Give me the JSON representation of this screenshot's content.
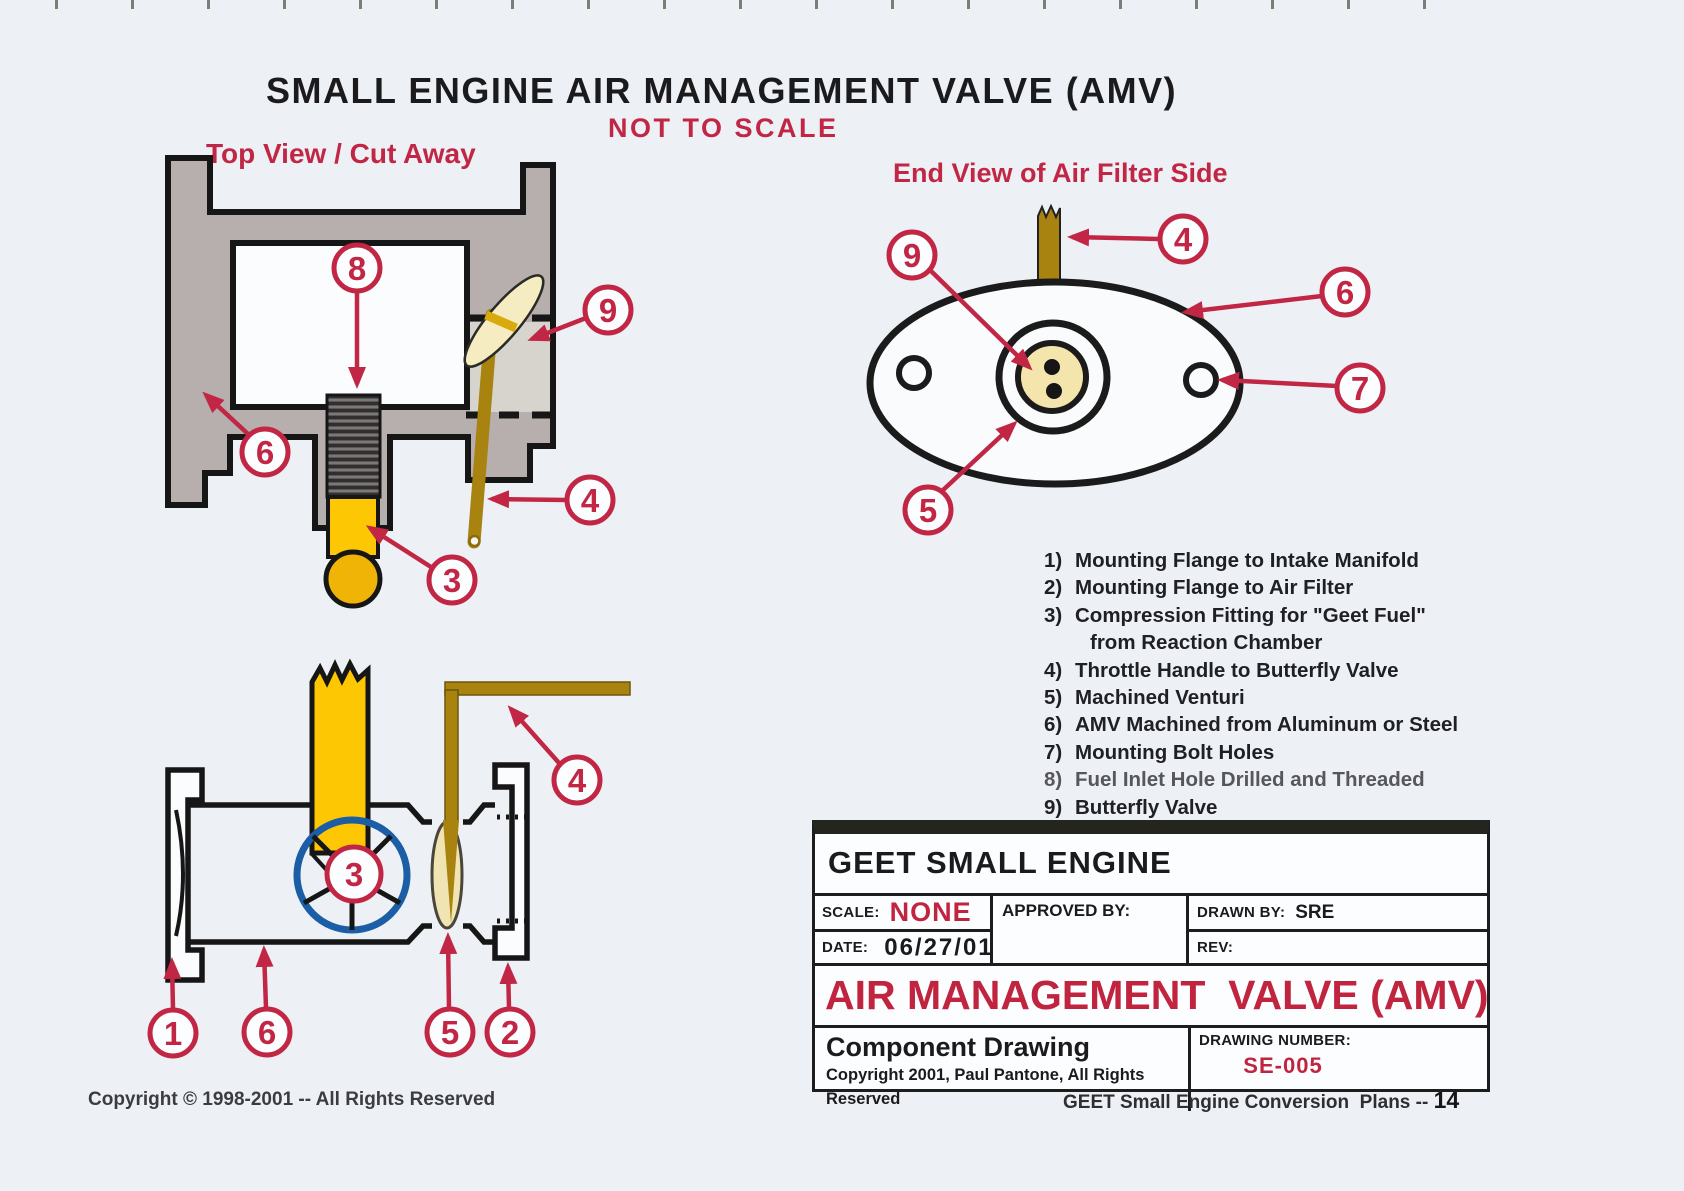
{
  "page": {
    "title": "SMALL ENGINE AIR MANAGEMENT VALVE (AMV)",
    "subtitle": "NOT TO SCALE",
    "footer_left": "Copyright © 1998-2001 -- All Rights Reserved",
    "footer_right_text": "GEET Small Engine Conversion  Plans -- ",
    "footer_right_page": "14"
  },
  "diagrams": {
    "top_view": {
      "label": "Top View / Cut Away",
      "callouts": {
        "c8": "8",
        "c9": "9",
        "c6": "6",
        "c4": "4",
        "c3": "3"
      }
    },
    "end_view": {
      "label": "End View of Air Filter Side",
      "callouts": {
        "c9": "9",
        "c4": "4",
        "c6": "6",
        "c7": "7",
        "c5": "5"
      }
    },
    "side_view": {
      "callouts": {
        "c3": "3",
        "c4": "4",
        "c1": "1",
        "c6": "6",
        "c5": "5",
        "c2": "2"
      }
    }
  },
  "legend": {
    "rows": [
      {
        "num": "1)",
        "text": "Mounting Flange to Intake Manifold"
      },
      {
        "num": "2)",
        "text": "Mounting Flange to Air Filter"
      },
      {
        "num": "3)",
        "text": "Compression Fitting for \"Geet Fuel\""
      },
      {
        "num": "",
        "text": "from Reaction Chamber"
      },
      {
        "num": "4)",
        "text": "Throttle Handle to Butterfly Valve"
      },
      {
        "num": "5)",
        "text": "Machined Venturi"
      },
      {
        "num": "6)",
        "text": "AMV Machined from Aluminum or Steel"
      },
      {
        "num": "7)",
        "text": "Mounting Bolt Holes"
      },
      {
        "num": "8)",
        "text": "Fuel Inlet Hole Drilled and Threaded"
      },
      {
        "num": "9)",
        "text": "Butterfly Valve"
      }
    ]
  },
  "title_block": {
    "company": "GEET SMALL ENGINE",
    "scale_label": "SCALE:",
    "scale_value": "NONE",
    "approved_label": "APPROVED BY:",
    "drawn_label": "DRAWN BY:",
    "drawn_value": "SRE",
    "date_label": "DATE:",
    "date_value": "06/27/01",
    "rev_label": "REV:",
    "drawing_title": "AIR MANAGEMENT  VALVE (AMV)",
    "doc_type": "Component Drawing",
    "copyright": "Copyright 2001, Paul Pantone, All Rights Reserved",
    "number_label": "DRAWING NUMBER:",
    "number_value": "SE-005"
  },
  "colors": {
    "background": "#edf1f6",
    "callout_red": "#c12744",
    "title_block_red": "#c0243f",
    "body_gray": "#b7aeae",
    "bore_gray": "#d7d4cd",
    "bright_yellow": "#fdc704",
    "gold_rod": "#a8830f",
    "cream_valve": "#f6ecc2",
    "venturi_blue": "#1b5ea6",
    "ink_black": "#161616"
  }
}
